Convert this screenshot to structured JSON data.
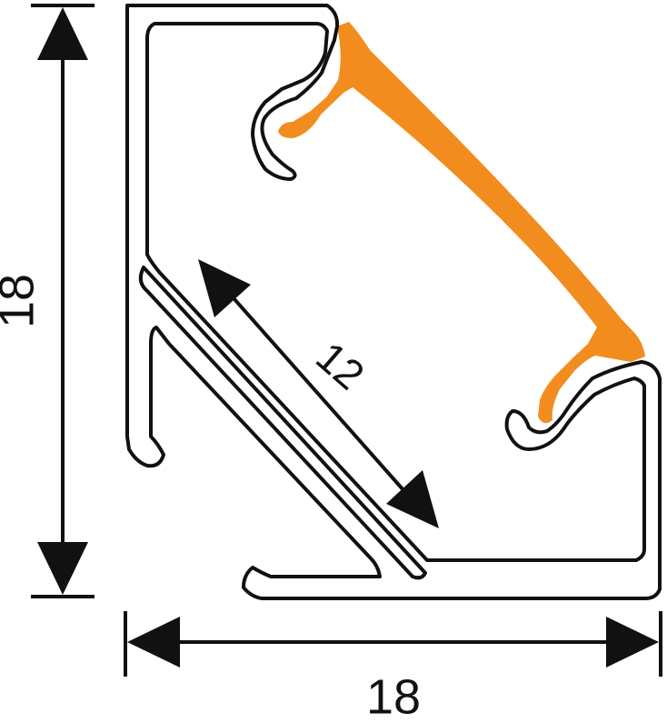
{
  "dimensions": {
    "height_label": "18",
    "width_label": "18",
    "diagonal_label": "12"
  },
  "colors": {
    "line": "#111111",
    "diffuser": "#f28c1e",
    "background": "#ffffff"
  }
}
